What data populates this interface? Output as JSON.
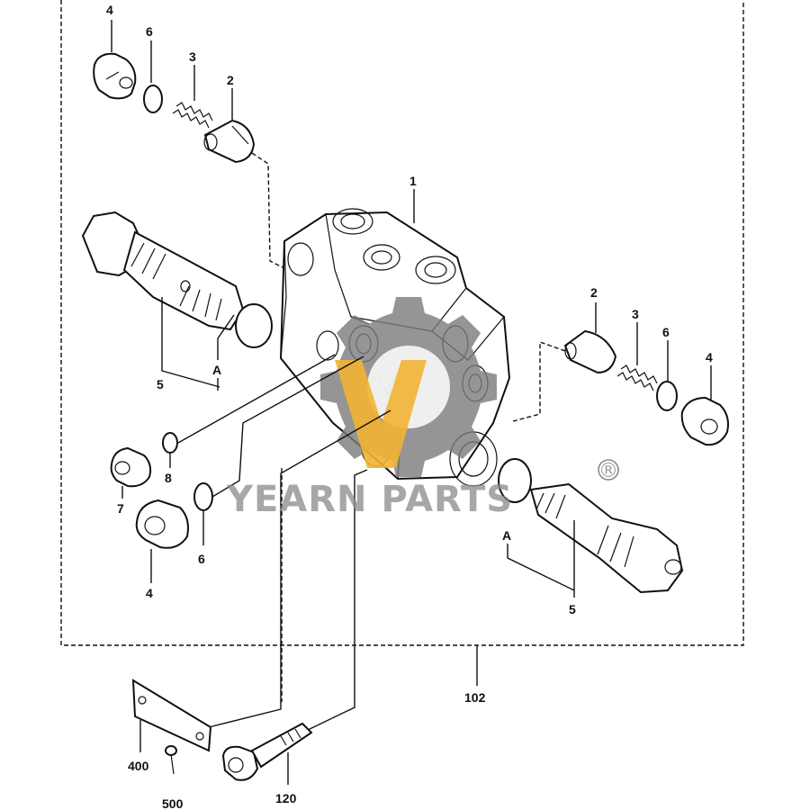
{
  "diagram": {
    "callouts": {
      "c4_top": "4",
      "c6_top": "6",
      "c3_top": "3",
      "c2_top": "2",
      "c1": "1",
      "c5_left": "5",
      "cA_left": "A",
      "c2_right": "2",
      "c3_right": "3",
      "c6_right": "6",
      "c4_right": "4",
      "c8": "8",
      "c7": "7",
      "c6_low": "6",
      "c4_low": "4",
      "cA_right": "A",
      "c5_right": "5",
      "c102": "102",
      "c400": "400",
      "c500": "500",
      "c120": "120"
    },
    "watermark": {
      "text": "YEARN PARTS",
      "mark": "®"
    }
  }
}
